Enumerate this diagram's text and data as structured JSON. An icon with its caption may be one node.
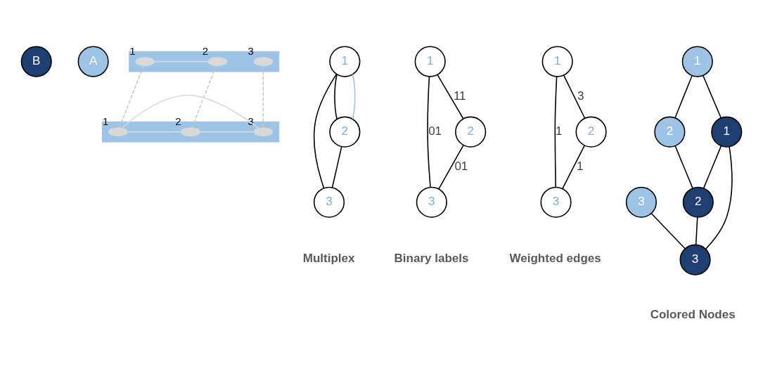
{
  "diagram": {
    "nodes": [
      {
        "text": [
          "A"
        ]
      },
      {
        "text": [],
        "shape": "parallelogram"
      },
      {
        "text": [],
        "shape": "ellipse",
        "beside": [
          "1"
        ],
        "in": 1
      },
      {
        "text": [],
        "shape": "ellipse",
        "beside": [
          "2"
        ],
        "in": 1
      },
      {
        "text": [],
        "shape": "ellipse",
        "beside": [
          "3"
        ],
        "in": 1
      },
      {
        "text": [
          "B"
        ]
      },
      {
        "text": [],
        "shape": "parallelogram"
      },
      {
        "text": [],
        "shape": "ellipse",
        "beside": [
          "1"
        ],
        "in": 6
      },
      {
        "text": [],
        "shape": "ellipse",
        "beside": [
          "2"
        ],
        "in": 6
      },
      {
        "text": [],
        "shape": "ellipse",
        "beside": [
          "3"
        ],
        "in": 6
      },
      {
        "text": [
          "1"
        ]
      },
      {
        "text": [
          "2"
        ]
      },
      {
        "text": [
          "3"
        ]
      },
      {
        "text": [
          "1"
        ]
      },
      {
        "text": [
          "2"
        ]
      },
      {
        "text": [
          "3"
        ]
      },
      {
        "text": [
          "1"
        ]
      },
      {
        "text": [
          "2"
        ]
      },
      {
        "text": [
          "3"
        ]
      },
      {
        "text": [
          "1"
        ]
      },
      {
        "text": [
          "2"
        ]
      },
      {
        "text": [
          "1"
        ]
      },
      {
        "text": [
          "2"
        ]
      },
      {
        "text": [
          "3"
        ]
      },
      {
        "text": [
          "3"
        ]
      }
    ],
    "edges": [
      {
        "from": 2,
        "to": 3,
        "arrow": "none",
        "color": "#d9d9d9"
      },
      {
        "from": 7,
        "to": 8,
        "arrow": "none",
        "color": "#d9d9d9"
      },
      {
        "from": 7,
        "to": 9,
        "arrow": "none",
        "color": "#d9d9d9"
      },
      {
        "from": 9,
        "to": 8,
        "arrow": "none",
        "color": "#d9d9d9"
      },
      {
        "from": 2,
        "to": 7,
        "arrow": "none",
        "style": "dashed",
        "color": "#c8c8c8"
      },
      {
        "from": 4,
        "to": 9,
        "arrow": "none",
        "style": "dashed",
        "color": "#c8c8c8"
      },
      {
        "from": 3,
        "to": 8,
        "arrow": "none",
        "style": "dashed",
        "color": "#c8c8c8"
      },
      {
        "from": 10,
        "to": 11,
        "arrow": "none"
      },
      {
        "from": 10,
        "to": 11,
        "arrow": "none",
        "color": "#9dc3e6"
      },
      {
        "from": 11,
        "to": 12,
        "arrow": "none"
      },
      {
        "from": 10,
        "to": 12,
        "arrow": "none"
      },
      {
        "from": 13,
        "to": 14,
        "arrow": "none",
        "label": "11"
      },
      {
        "from": 13,
        "to": 15,
        "arrow": "none",
        "label": "01"
      },
      {
        "from": 14,
        "to": 15,
        "arrow": "none",
        "label": "01"
      },
      {
        "from": 16,
        "to": 17,
        "arrow": "none",
        "label": "3"
      },
      {
        "from": 16,
        "to": 18,
        "arrow": "none",
        "label": "1"
      },
      {
        "from": 17,
        "to": 18,
        "arrow": "none",
        "label": "1"
      },
      {
        "from": 19,
        "to": 20,
        "arrow": "none"
      },
      {
        "from": 19,
        "to": 21,
        "arrow": "none"
      },
      {
        "from": 20,
        "to": 22,
        "arrow": "none"
      },
      {
        "from": 21,
        "to": 22,
        "arrow": "none"
      },
      {
        "from": 21,
        "to": 24,
        "arrow": "none"
      },
      {
        "from": 22,
        "to": 24,
        "arrow": "none"
      },
      {
        "from": 23,
        "to": 24,
        "arrow": "none"
      }
    ],
    "labels": [
      "Multiplex",
      "Binary labels",
      "Weighted edges",
      "Colored Nodes"
    ]
  }
}
